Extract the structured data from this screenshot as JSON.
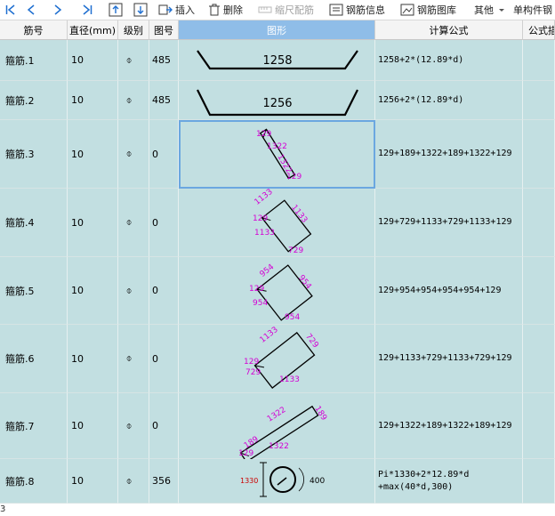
{
  "toolbar": {
    "insert": "插入",
    "delete": "删除",
    "ruler": "缩尺配筋",
    "info": "钢筋信息",
    "library": "钢筋图库",
    "other": "其他",
    "single": "单构件钢"
  },
  "headers": {
    "name": "筋号",
    "diameter": "直径(mm)",
    "grade": "级别",
    "figno": "图号",
    "figure": "图形",
    "formula": "计算公式",
    "formula_desc": "公式描"
  },
  "rows": [
    {
      "name": "箍筋.1",
      "diameter": "10",
      "grade": "⌽",
      "figno": "485",
      "formula": "1258+2*(12.89*d)",
      "labels": [
        "1258"
      ]
    },
    {
      "name": "箍筋.2",
      "diameter": "10",
      "grade": "⌽",
      "figno": "485",
      "formula": "1256+2*(12.89*d)",
      "labels": [
        "1256"
      ]
    },
    {
      "name": "箍筋.3",
      "diameter": "10",
      "grade": "⌽",
      "figno": "0",
      "formula": "129+189+1322+189+1322+129",
      "labels": [
        "129",
        "189",
        "1322",
        "1322",
        "129"
      ]
    },
    {
      "name": "箍筋.4",
      "diameter": "10",
      "grade": "⌽",
      "figno": "0",
      "formula": "129+729+1133+729+1133+129",
      "labels": [
        "1133",
        "1133",
        "129",
        "1133",
        "729"
      ]
    },
    {
      "name": "箍筋.5",
      "diameter": "10",
      "grade": "⌽",
      "figno": "0",
      "formula": "129+954+954+954+954+129",
      "labels": [
        "954",
        "954",
        "129",
        "954",
        "954"
      ]
    },
    {
      "name": "箍筋.6",
      "diameter": "10",
      "grade": "⌽",
      "figno": "0",
      "formula": "129+1133+729+1133+729+129",
      "labels": [
        "1133",
        "729",
        "129",
        "729",
        "1133"
      ]
    },
    {
      "name": "箍筋.7",
      "diameter": "10",
      "grade": "⌽",
      "figno": "0",
      "formula": "129+1322+189+1322+189+129",
      "labels": [
        "1322",
        "189",
        "129",
        "1322",
        "189"
      ]
    },
    {
      "name": "箍筋.8",
      "diameter": "10",
      "grade": "⌽",
      "figno": "356",
      "formula": "Pi*1330+2*12.89*d\n+max(40*d,300)",
      "labels": [
        "1330",
        "400"
      ]
    }
  ],
  "left_edge_digit": "3",
  "colors": {
    "row_bg": "#c2dfe1",
    "header_bg": "#f4f4f4",
    "selected_header": "#8fbde8",
    "label_magenta": "#d400d4",
    "selection": "#6ba7e0",
    "arrow_blue": "#1f6fd0",
    "red": "#cc0000"
  }
}
